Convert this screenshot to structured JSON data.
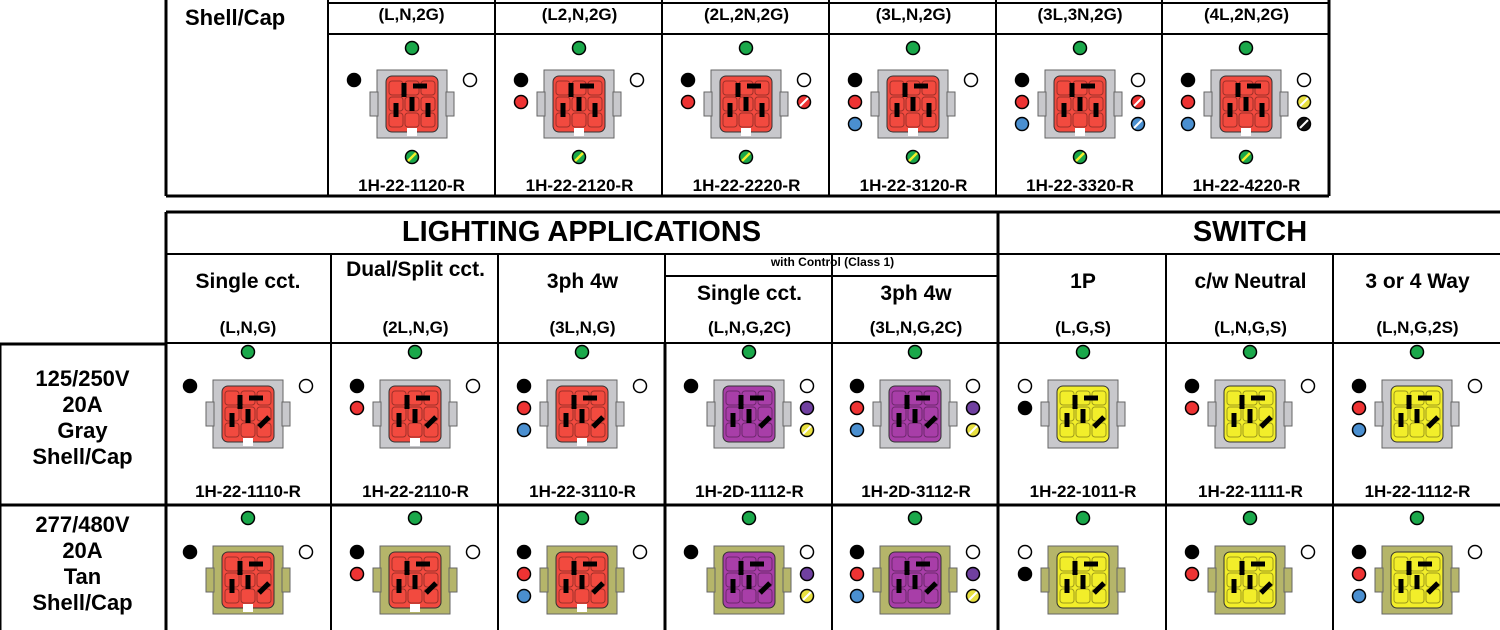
{
  "top": {
    "shell_label": "Shell/Cap",
    "codes": [
      "(L,N,2G)",
      "(L2,N,2G)",
      "(2L,2N,2G)",
      "(3L,N,2G)",
      "(3L,3N,2G)",
      "(4L,2N,2G)"
    ],
    "parts": [
      "1H-22-1120-R",
      "1H-22-2120-R",
      "1H-22-2220-R",
      "1H-22-3120-R",
      "1H-22-3320-R",
      "1H-22-4220-R"
    ]
  },
  "lighting": {
    "title": "LIGHTING APPLICATIONS",
    "col_single": "Single cct.",
    "col_dual": "Dual/Split cct.",
    "col_3ph": "3ph 4w",
    "control_title": "with Control (Class 1)",
    "col_ctrl_single": "Single cct.",
    "col_ctrl_3ph": "3ph 4w"
  },
  "switch": {
    "title": "SWITCH",
    "col_1p": "1P",
    "col_neutral": "c/w Neutral",
    "col_way": "3 or 4 Way"
  },
  "codes": [
    "(L,N,G)",
    "(2L,N,G)",
    "(3L,N,G)",
    "(L,N,G,2C)",
    "(3L,N,G,2C)",
    "(L,G,S)",
    "(L,N,G,S)",
    "(L,N,G,2S)"
  ],
  "rows": [
    {
      "label": [
        "125/250V",
        "20A",
        "Gray",
        "Shell/Cap"
      ],
      "shell_color": "#c8c8cc",
      "parts": [
        "1H-22-1110-R",
        "1H-22-2110-R",
        "1H-22-3110-R",
        "1H-2D-1112-R",
        "1H-2D-3112-R",
        "1H-22-1011-R",
        "1H-22-1111-R",
        "1H-22-1112-R"
      ]
    },
    {
      "label": [
        "277/480V",
        "20A",
        "Tan",
        "Shell/Cap"
      ],
      "shell_color": "#b5b56a"
    }
  ],
  "colors": {
    "ground": "#1aa84a",
    "red": "#ee3333",
    "blue": "#4a8fd0",
    "purple": "#7040a0",
    "yellow_insert": "#f2ee2a",
    "red_insert": "#f24a3f",
    "purple_insert": "#a83ea8"
  }
}
